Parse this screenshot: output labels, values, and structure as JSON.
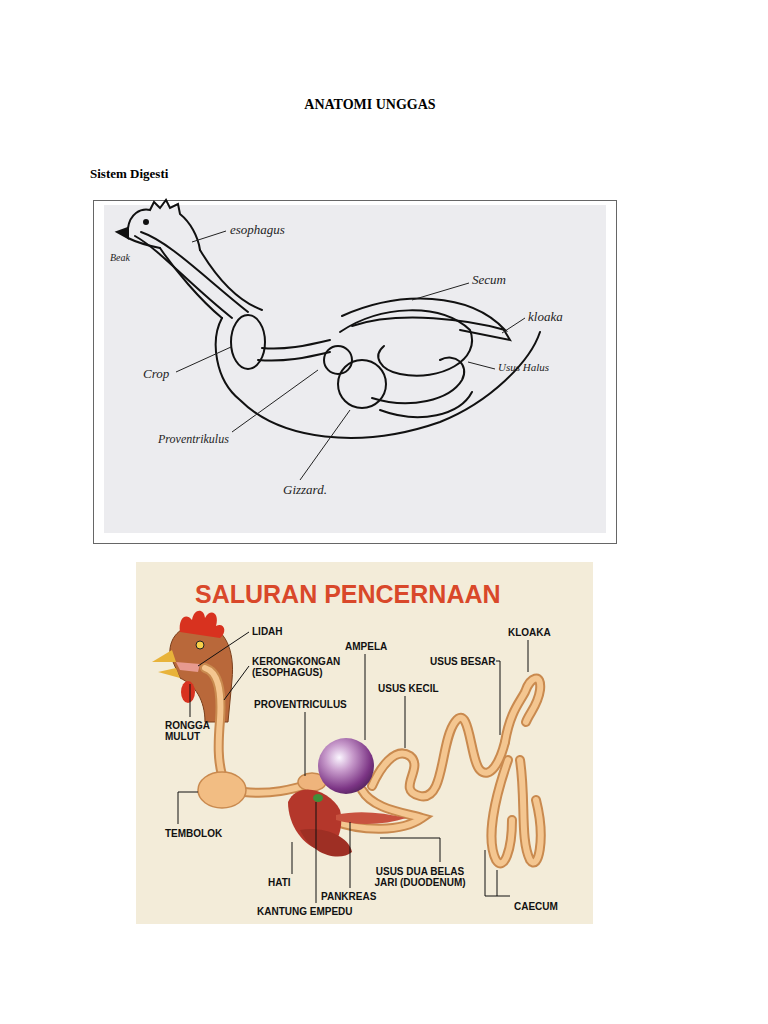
{
  "diagram": {
    "title": "ANATOMI UNGGAS",
    "labels": [
      "Sistem Digesti",
      "Beak",
      "esophagus",
      "Secum",
      "kloaka",
      "Crop",
      "Usus Halus",
      "Proventrikulus",
      "Gizzard.",
      "SALURAN PENCERNAAN",
      "LIDAH",
      "AMPELA",
      "KLOAKA",
      "KERONGKONGAN (ESOPHAGUS)",
      "USUS BESAR",
      "PROVENTRICULUS",
      "USUS KECIL",
      "RONGGA MULUT",
      "TEMBOLOK",
      "HATI",
      "PANKREAS",
      "KANTUNG EMPEDU",
      "USUS DUA BELAS JARI (DUODENUM)",
      "CAECUM"
    ]
  }
}
